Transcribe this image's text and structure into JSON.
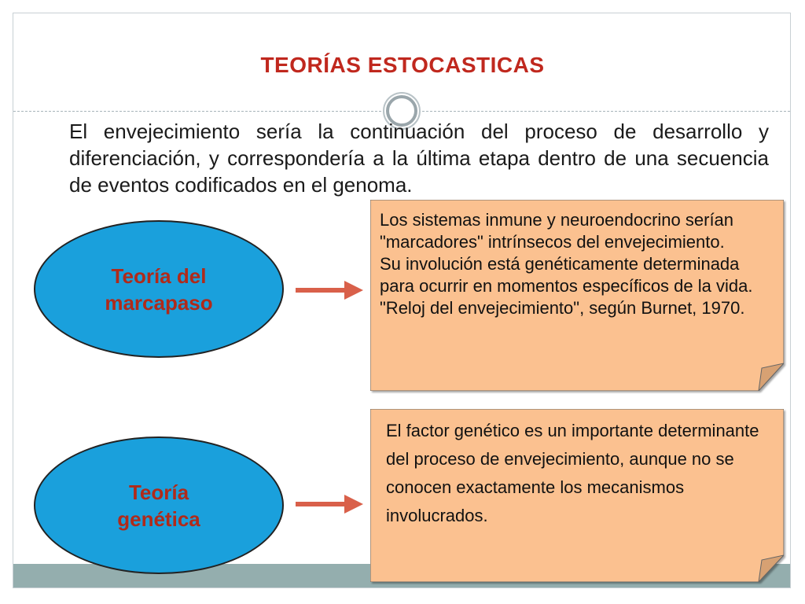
{
  "slide": {
    "title": "TEORÍAS ESTOCASTICAS",
    "intro": "El envejecimiento sería la continuación del proceso de desarrollo y diferenciación, y correspondería a la última etapa dentro de una secuencia de eventos codificados en el genoma.",
    "dot_mark": "."
  },
  "theories": [
    {
      "name_line1": "Teoría del",
      "name_line2": "marcapaso",
      "description": "Los sistemas inmune y neuroendocrino serían \"marcadores\" intrínsecos del envejecimiento.\nSu involución está genéticamente determinada para ocurrir en momentos específicos de la vida. \"Reloj del envejecimiento\", según Burnet, 1970."
    },
    {
      "name_line1": "Teoría",
      "name_line2": "genética",
      "description": "El factor genético es un importante determinante del proceso de envejecimiento, aunque no se conocen exactamente los mecanismos involucrados."
    }
  ],
  "colors": {
    "title": "#c0281e",
    "ellipse_fill": "#1aa0dc",
    "ellipse_text": "#b02a1a",
    "note_fill": "#fbc190",
    "arrow": "#d9604a",
    "band": "#94aeae"
  },
  "icons": {
    "center_ornament": "ring-icon",
    "connector": "arrow-right-icon"
  }
}
